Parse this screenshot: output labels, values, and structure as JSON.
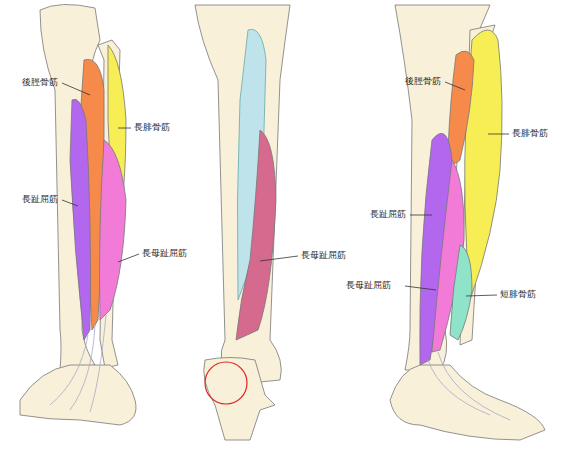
{
  "diagram": {
    "labels": [
      "後脛骨筋",
      "長腓骨筋",
      "長趾屈筋",
      "長母趾屈筋",
      "長母趾屈筋",
      "後脛骨筋",
      "長腓骨筋",
      "長趾屈筋",
      "長母趾屈筋",
      "短腓骨筋"
    ]
  }
}
